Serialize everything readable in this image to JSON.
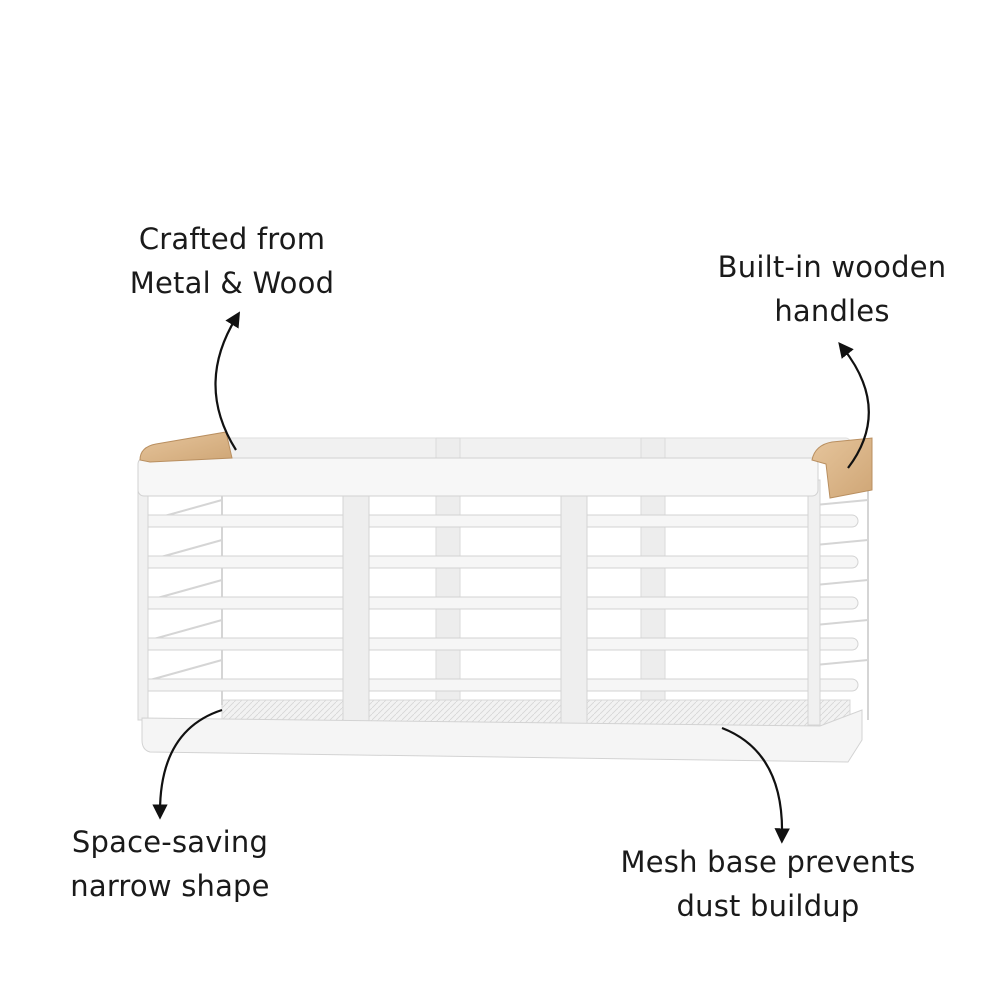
{
  "callouts": {
    "material": {
      "line1": "Crafted from",
      "line2": "Metal & Wood"
    },
    "handles": {
      "line1": "Built-in wooden",
      "line2": "handles"
    },
    "shape": {
      "line1": "Space-saving",
      "line2": "narrow shape"
    },
    "mesh": {
      "line1": "Mesh base prevents",
      "line2": "dust buildup"
    }
  },
  "colors": {
    "background": "#ffffff",
    "metal": "#f4f4f4",
    "metal_edge": "#d9d9d9",
    "wood": "#dcb78c",
    "text": "#1a1a1a"
  }
}
